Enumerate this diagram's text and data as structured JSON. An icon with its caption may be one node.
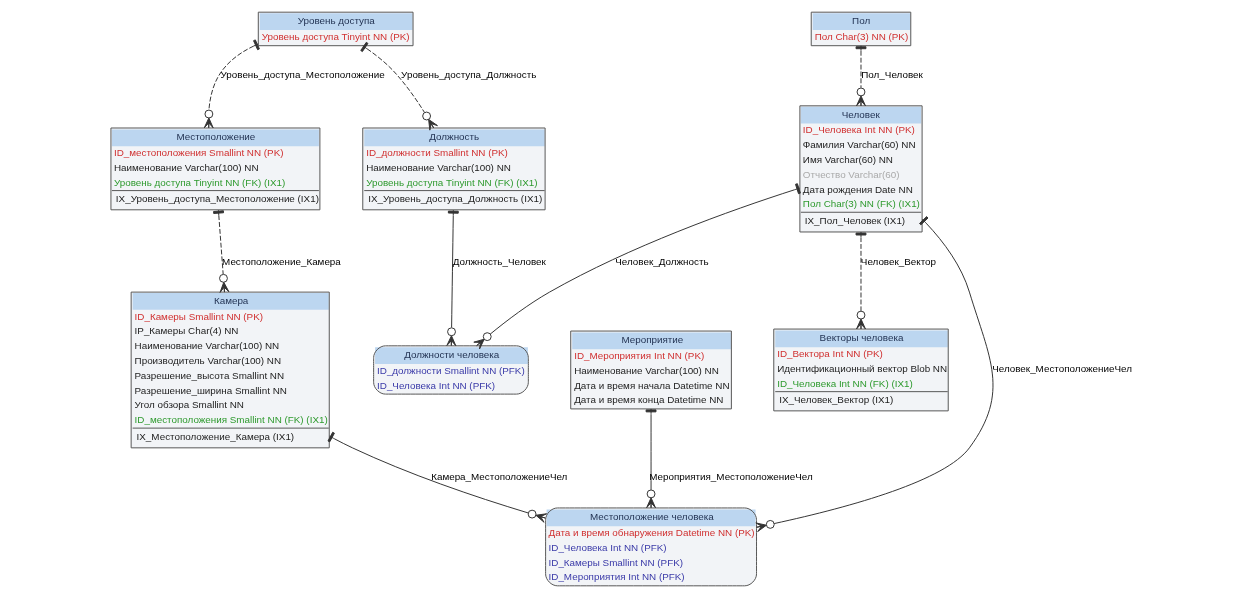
{
  "diagram": {
    "nodes": [
      {
        "text": [
          "Должность",
          "ID_должности Smallint NN (PK)",
          "Наименование Varchar(100) NN",
          "Уровень доступа Tinyint NN (FK) (IX1)",
          "IX_Уровень_доступа_Должность (IX1)"
        ]
      },
      {
        "text": [
          "Уровень доступа",
          "Уровень доступа Tinyint NN (PK)"
        ]
      },
      {
        "text": [
          "Местоположение",
          "ID_местоположения Smallint NN (PK)",
          "Наименование Varchar(100) NN",
          "Уровень доступа Tinyint NN (FK) (IX1)",
          "IX_Уровень_доступа_Местоположение (IX1)"
        ]
      },
      {
        "text": [
          "Должности человека",
          "ID_должности Smallint NN (PFK)",
          "ID_Человека Int NN (PFK)"
        ]
      },
      {
        "text": [
          "Местоположение человека",
          "Дата и время обнаружения Datetime NN (PK)",
          "ID_Человека Int NN (PFK)",
          "ID_Камеры Smallint NN (PFK)",
          "ID_Мероприятия Int NN (PFK)"
        ]
      },
      {
        "text": [
          "Камера",
          "ID_Камеры Smallint NN (PK)",
          "IP_Камеры Char(4) NN",
          "Наименование Varchar(100) NN",
          "Производитель Varchar(100) NN",
          "Разрешение_высота Smallint NN",
          "Разрешение_ширина Smallint NN",
          "Угол обзора Smallint NN",
          "ID_местоположения Smallint NN (FK) (IX1)",
          "IX_Местоположение_Камера (IX1)"
        ]
      },
      {
        "text": [
          "Человек",
          "ID_Человека Int NN (PK)",
          "Фамилия Varchar(60) NN",
          "Имя Varchar(60) NN",
          "Отчество Varchar(60)",
          "Дата рождения Date NN",
          "Пол Char(3) NN (FK) (IX1)",
          "IX_Пол_Человек (IX1)"
        ]
      },
      {
        "text": [
          "Пол",
          "Пол Char(3) NN (PK)"
        ]
      },
      {
        "text": [
          "Мероприятие",
          "ID_Мероприятия Int NN (PK)",
          "Наименование Varchar(100) NN",
          "Дата и время начала Datetime NN",
          "Дата и время конца Datetime NN"
        ]
      },
      {
        "text": [
          "Векторы человека",
          "ID_Вектора Int NN (PK)",
          "Идентификационный вектор Blob NN",
          "ID_Человека Int NN (FK) (IX1)",
          "IX_Человек_Вектор (IX1)"
        ]
      }
    ],
    "edges": [
      {
        "from": 1,
        "to": 0,
        "arrow": "other",
        "label": "Уровень_доступа_Должность",
        "style": "dashed"
      },
      {
        "from": 1,
        "to": 2,
        "arrow": "other",
        "label": "Уровень_доступа_Местоположение",
        "style": "dashed"
      },
      {
        "from": 2,
        "to": 5,
        "arrow": "other",
        "label": "Местоположение_Камера",
        "style": "dashed"
      },
      {
        "from": 0,
        "to": 3,
        "arrow": "other",
        "label": "Должность_Человек"
      },
      {
        "from": 6,
        "to": 3,
        "arrow": "other",
        "label": "Человек_Должность"
      },
      {
        "from": 6,
        "to": 4,
        "arrow": "other",
        "label": "Человек_МестоположениеЧел"
      },
      {
        "from": 5,
        "to": 4,
        "arrow": "other",
        "label": "Камера_МестоположениеЧел"
      },
      {
        "from": 8,
        "to": 4,
        "arrow": "other",
        "label": "Мероприятия_МестоположениеЧел"
      },
      {
        "from": 7,
        "to": 6,
        "arrow": "other",
        "label": "Пол_Человек",
        "style": "dashed"
      },
      {
        "from": 6,
        "to": 9,
        "arrow": "other",
        "label": "Человек_Вектор",
        "style": "dashed"
      }
    ]
  }
}
